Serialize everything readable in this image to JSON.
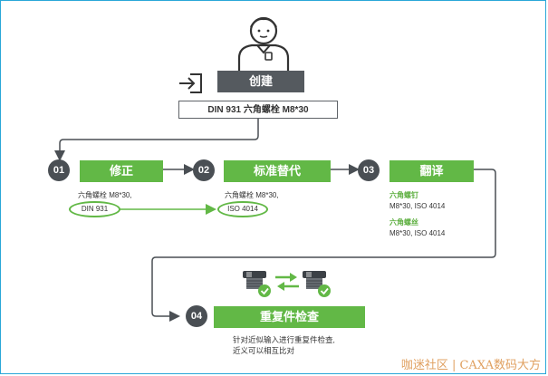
{
  "top": {
    "create_label": "创建",
    "part_label": "DIN 931 六角螺栓 M8*30"
  },
  "steps": [
    {
      "number": "01",
      "label": "修正"
    },
    {
      "number": "02",
      "label": "标准替代"
    },
    {
      "number": "03",
      "label": "翻译"
    },
    {
      "number": "04",
      "label": "重复件检查"
    }
  ],
  "step1": {
    "line1": "六角螺栓 M8*30,",
    "circled": "DIN 931"
  },
  "step2": {
    "line1": "六角螺栓 M8*30,",
    "circled": "ISO 4014"
  },
  "step3": {
    "term1": "六角螺钉",
    "value1": "M8*30, ISO 4014",
    "term2": "六角螺丝",
    "value2": "M8*30, ISO 4014"
  },
  "step4": {
    "line1": "针对近似输入进行重复件检查,",
    "line2": "近义可以相互比对"
  },
  "icons": {
    "person": "person-icon",
    "login": "login-arrow-icon",
    "parts": "part-check-icon",
    "swap": "swap-arrows-icon"
  },
  "colors": {
    "green": "#62b846",
    "dark": "#4a4f54"
  },
  "watermark": "咖迷社区 | CAXA数码大方"
}
